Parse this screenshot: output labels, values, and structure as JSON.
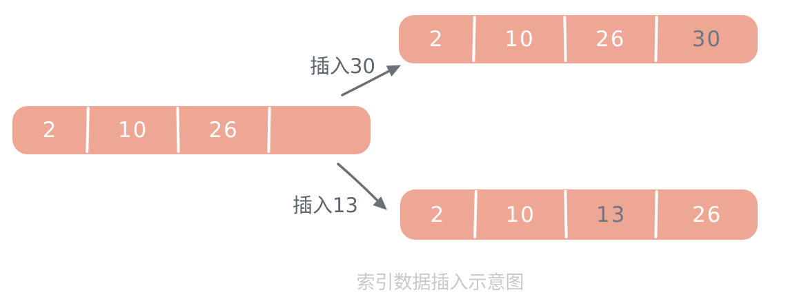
{
  "caption": "索引数据插入示意图",
  "source_array": {
    "cells": [
      "2",
      "10",
      "26",
      ""
    ]
  },
  "insert_top": {
    "label": "插入30",
    "cells": [
      "2",
      "10",
      "26",
      "30"
    ],
    "highlight_index": 3
  },
  "insert_bottom": {
    "label": "插入13",
    "cells": [
      "2",
      "10",
      "13",
      "26"
    ],
    "highlight_index": 2
  },
  "colors": {
    "array_fill": "#eea695",
    "cell_text": "#ffffff",
    "inserted_text": "#6b7883",
    "arrow": "#6a7076",
    "label_text": "#5d666e",
    "caption_text": "#c9c9c9"
  }
}
